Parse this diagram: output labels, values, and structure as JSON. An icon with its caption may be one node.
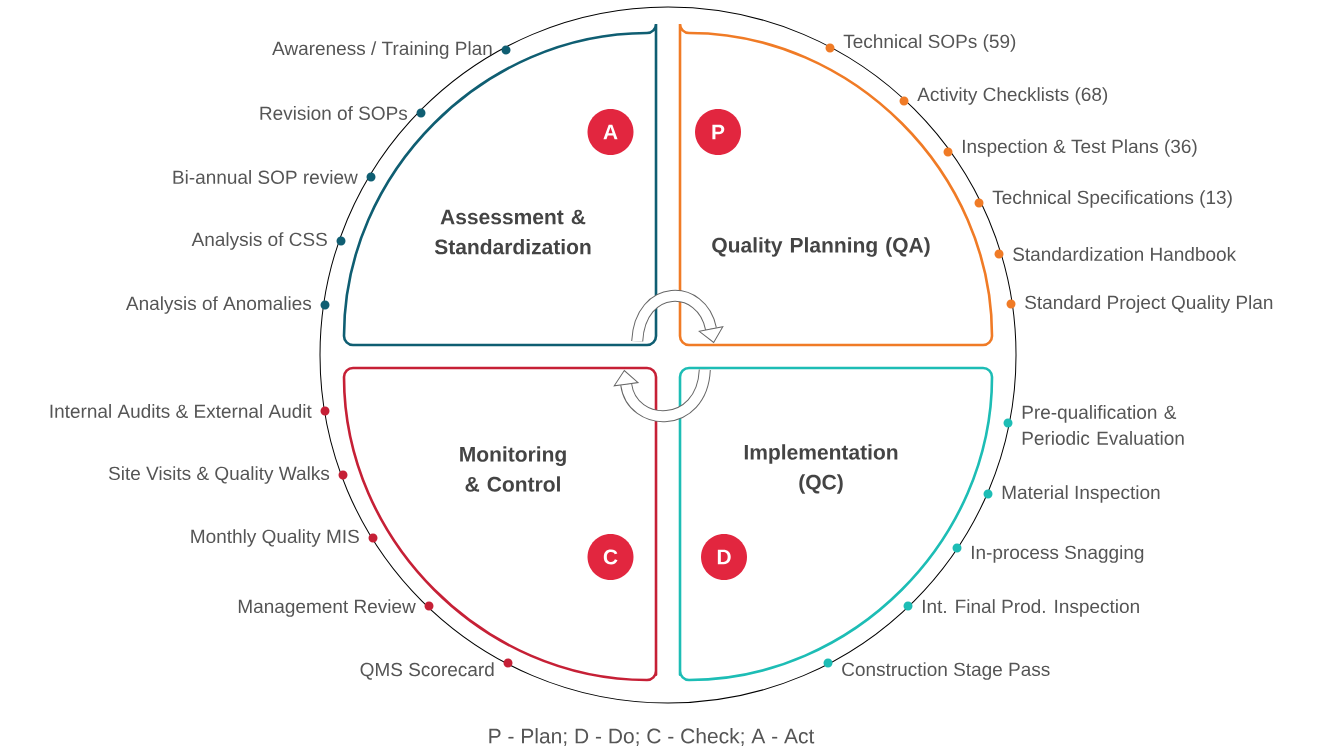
{
  "diagram": {
    "caption": "P - Plan; D - Do;  C - Check; A - Act",
    "nodes": [
      {
        "text": [
          "Assessment & Standardization"
        ],
        "beside": [
          "Awareness / Training Plan",
          "Revision of SOPs",
          "Bi-annual SOP review",
          "Analysis of CSS",
          "Analysis of Anomalies"
        ]
      },
      {
        "text": [
          "A"
        ],
        "in": 0
      },
      {
        "text": [
          "Quality Planning (QA)"
        ],
        "beside": [
          "Technical SOPs (59)",
          "Activity Checklists (68)",
          "Inspection & Test Plans (36)",
          "Technical Specifications (13)",
          "Standardization Handbook",
          "Standard Project Quality Plan"
        ]
      },
      {
        "text": [
          "P"
        ],
        "in": 2
      },
      {
        "text": [
          "Monitoring & Control"
        ],
        "beside": [
          "Internal Audits & External Audit",
          "Site Visits & Quality Walks",
          "Monthly Quality MIS",
          "Management Review",
          "QMS Scorecard"
        ]
      },
      {
        "text": [
          "C"
        ],
        "in": 4
      },
      {
        "text": [
          "Implementation (QC)"
        ],
        "beside": [
          "Pre-qualification & Periodic Evaluation",
          "Material Inspection",
          "In-process Snagging",
          "Int. Final Prod. Inspection",
          "Construction Stage Pass"
        ]
      },
      {
        "text": [
          "D"
        ],
        "in": 6
      }
    ],
    "edges": [
      {
        "from": 0,
        "to": 2,
        "arrow": "to"
      },
      {
        "from": 6,
        "to": 4,
        "arrow": "to"
      }
    ]
  }
}
